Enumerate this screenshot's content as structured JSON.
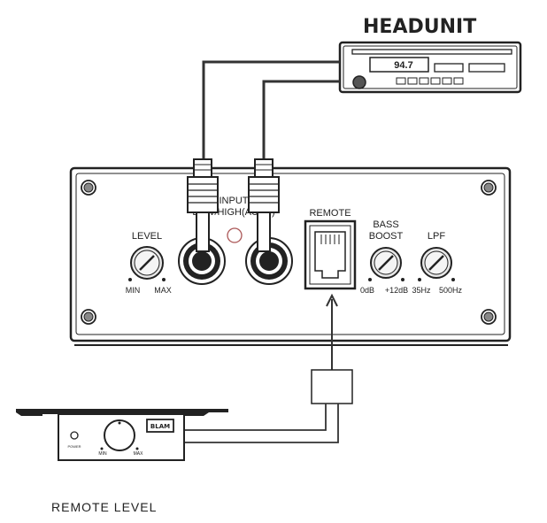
{
  "headunit": {
    "title": "HEADUNIT",
    "display": "94.7"
  },
  "amplifier": {
    "level_label": "LEVEL",
    "level_min": "MIN",
    "level_max": "MAX",
    "input_line1": "INPUT",
    "input_line2": "LOW/HIGH(AUTO)",
    "remote_label": "REMOTE",
    "bass_boost_line1": "BASS",
    "bass_boost_line2": "BOOST",
    "bass_min": "0dB",
    "bass_max": "+12dB",
    "lpf_label": "LPF",
    "lpf_min": "35Hz",
    "lpf_max": "500Hz"
  },
  "remote_unit": {
    "power_label": "POWER",
    "min_label": "MIN",
    "max_label": "MAX",
    "brand": "BLAM",
    "caption": "REMOTE LEVEL"
  }
}
